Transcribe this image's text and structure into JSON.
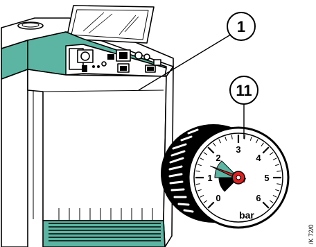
{
  "callouts": [
    {
      "number": "1",
      "target": "boiler"
    },
    {
      "number": "11",
      "target": "pressure-gauge"
    }
  ],
  "gauge": {
    "unit": "bar",
    "scale_labels": [
      "0",
      "1",
      "2",
      "3",
      "4",
      "5",
      "6"
    ],
    "scale_min": 0,
    "scale_max": 6,
    "green_zone_bar": [
      1,
      2
    ],
    "red_zone_bar": [
      0,
      1
    ],
    "needle_bar": 1.5
  },
  "figure_code": "/K 72/0",
  "colors": {
    "accent_teal": "#5bb5a2",
    "needle_red": "#e02020",
    "outline": "#000000",
    "background": "#ffffff"
  }
}
